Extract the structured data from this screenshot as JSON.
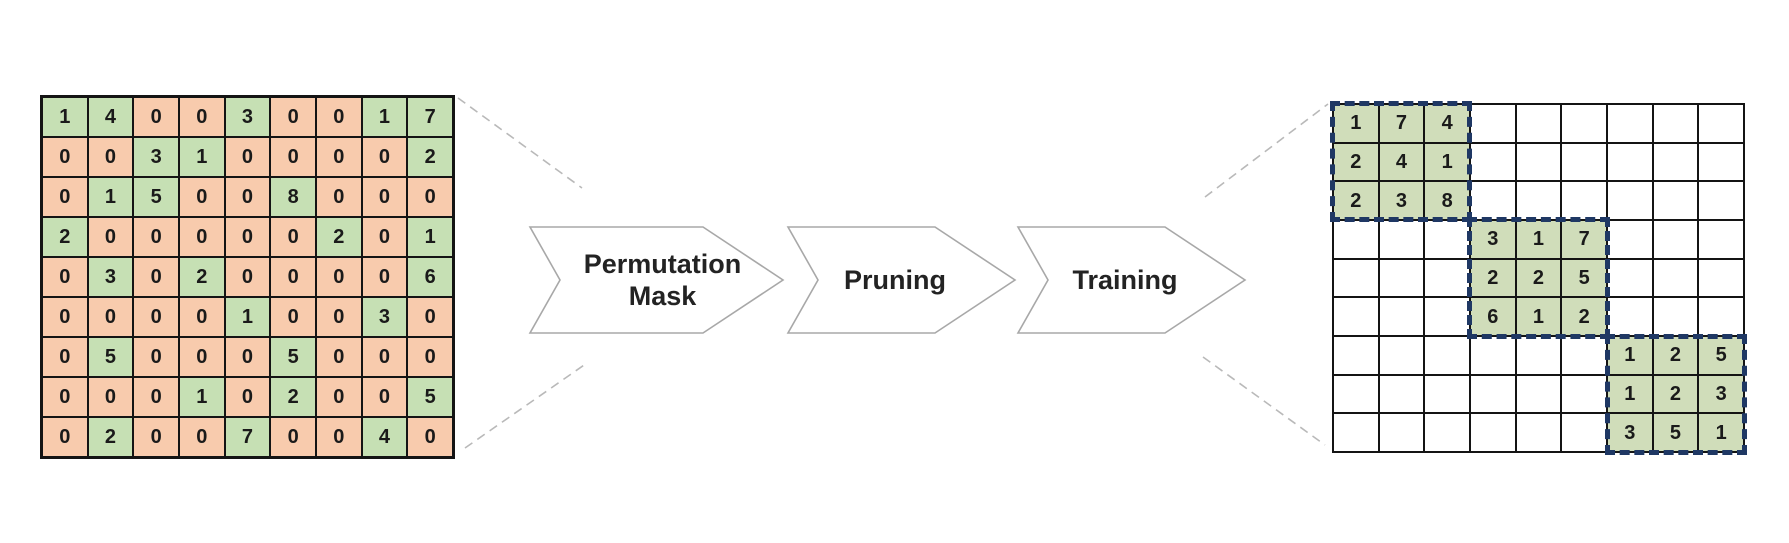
{
  "figure": {
    "title": "permutation-mask pruning pipeline diagram",
    "process_steps": [
      {
        "label": "Permutation\nMask"
      },
      {
        "label": "Pruning"
      },
      {
        "label": "Training"
      }
    ],
    "left_matrix": {
      "rows": 9,
      "cols": 9,
      "values": [
        [
          1,
          4,
          0,
          0,
          3,
          0,
          0,
          1,
          7
        ],
        [
          0,
          0,
          3,
          1,
          0,
          0,
          0,
          0,
          2
        ],
        [
          0,
          1,
          5,
          0,
          0,
          8,
          0,
          0,
          0
        ],
        [
          2,
          0,
          0,
          0,
          0,
          0,
          2,
          0,
          1
        ],
        [
          0,
          3,
          0,
          2,
          0,
          0,
          0,
          0,
          6
        ],
        [
          0,
          0,
          0,
          0,
          1,
          0,
          0,
          3,
          0
        ],
        [
          0,
          5,
          0,
          0,
          0,
          5,
          0,
          0,
          0
        ],
        [
          0,
          0,
          0,
          1,
          0,
          2,
          0,
          0,
          5
        ],
        [
          0,
          2,
          0,
          0,
          7,
          0,
          0,
          4,
          0
        ]
      ]
    },
    "right_matrix": {
      "rows": 9,
      "cols": 9,
      "blocks": [
        {
          "row": 0,
          "col": 0,
          "values": [
            [
              1,
              7,
              4
            ],
            [
              2,
              4,
              1
            ],
            [
              2,
              3,
              8
            ]
          ]
        },
        {
          "row": 3,
          "col": 3,
          "values": [
            [
              3,
              1,
              7
            ],
            [
              2,
              2,
              5
            ],
            [
              6,
              1,
              2
            ]
          ]
        },
        {
          "row": 6,
          "col": 6,
          "values": [
            [
              1,
              2,
              5
            ],
            [
              1,
              2,
              3
            ],
            [
              3,
              5,
              1
            ]
          ]
        }
      ]
    },
    "colors": {
      "nonzero_cell_fill": "#C6E0B4",
      "zero_cell_fill": "#F8CBAD",
      "block_cell_fill": "#D0DDBA",
      "block_dashed_border": "#1F3864",
      "grid_line": "#141414",
      "arrow_outline": "#A8A8A8",
      "connector_line": "#B9B9B9"
    }
  }
}
